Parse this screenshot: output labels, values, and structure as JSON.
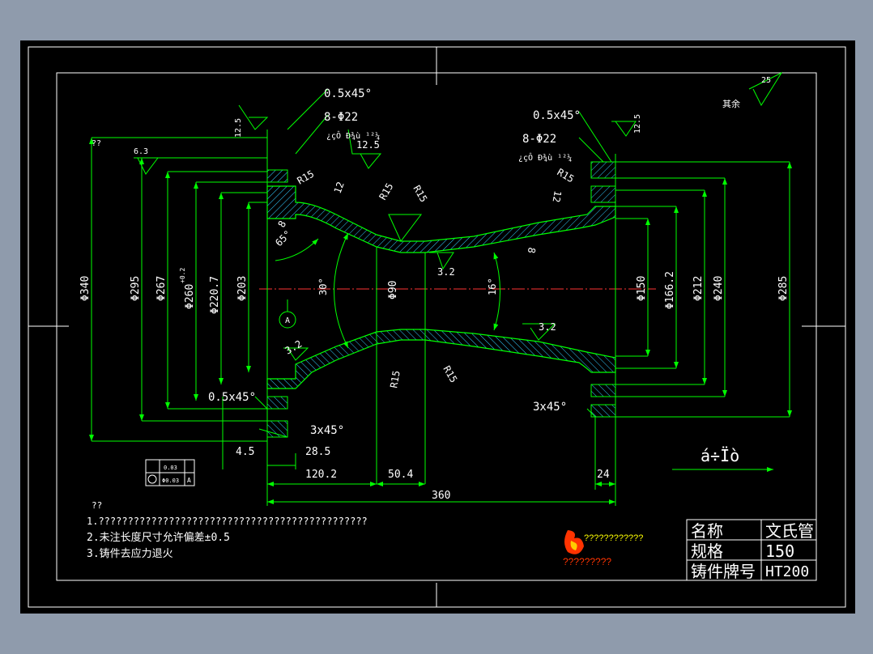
{
  "colors": {
    "background": "#8f9bac",
    "sheet": "#000000",
    "frame": "#ffffff",
    "outline": "#00ff00",
    "dimension": "#00ff00",
    "centerline": "#ff0000",
    "hatch": "#33ccff",
    "text_white": "#ffffff",
    "text_yellow": "#ffff00"
  },
  "drawing": {
    "chamfer_top_left": "0.5x45°",
    "chamfer_top_right": "0.5x45°",
    "chamfer_bottom_left": "0.5x45°",
    "chamfer_3x45_left": "3x45°",
    "chamfer_3x45_right": "3x45°",
    "holes_left": "8-Φ22",
    "holes_right": "8-Φ22",
    "holes_note_left": "¿çÔ Ð¾ù ¹²¼",
    "holes_note_right": "¿çÔ Ð¾ù ¹²¼",
    "rough_125_a": "12.5",
    "rough_125_b": "12.5",
    "rough_125_c": "12.5",
    "rough_63": "6.3",
    "rough_32_a": "3.2",
    "rough_32_b": "3.2",
    "rough_32_c": "3.2",
    "rough_25": "25",
    "rest_label": "其余",
    "radius_r15_1": "R15",
    "radius_r15_2": "R15",
    "radius_r15_3": "R15",
    "radius_r15_4": "R15",
    "radius_r15_5": "R15",
    "radius_r15_6": "R15",
    "wall_12_a": "12",
    "wall_12_b": "12",
    "wall_8_a": "8",
    "wall_8_b": "8",
    "angle_65": "65°",
    "angle_30": "30°",
    "angle_16": "16°",
    "qq_label": "??",
    "dia_340": "Φ340",
    "dia_295": "Φ295",
    "dia_267": "Φ267",
    "dia_260": "Φ260",
    "dia_260_tol": "+0.2",
    "dia_2207": "Φ220.7",
    "dia_203": "Φ203",
    "dia_90": "Φ90",
    "dia_150": "Φ150",
    "dia_1662": "Φ166.2",
    "dia_212": "Φ212",
    "dia_240": "Φ240",
    "dia_285": "Φ285",
    "dim_45": "4.5",
    "dim_285": "28.5",
    "dim_1202": "120.2",
    "dim_504": "50.4",
    "dim_24": "24",
    "dim_360": "360",
    "datum_a": "A",
    "tol_flatness": "0.03",
    "tol_position": "Φ0.03",
    "tol_datum": "A",
    "direction_label": "á÷Ïò"
  },
  "notes": {
    "heading": "??",
    "line1": "1.??????????????????????????????????????????????",
    "line2": "2.未注长度尺寸允许偏差±0.5",
    "line3": "3.铸件去应力退火"
  },
  "logo": {
    "text_top": "????????????",
    "text_bottom": "?????????"
  },
  "title_block": {
    "r1_label": "名称",
    "r1_value": "文氏管",
    "r2_label": "规格",
    "r2_value": "150",
    "r3_label": "铸件牌号",
    "r3_value": "HT200"
  }
}
